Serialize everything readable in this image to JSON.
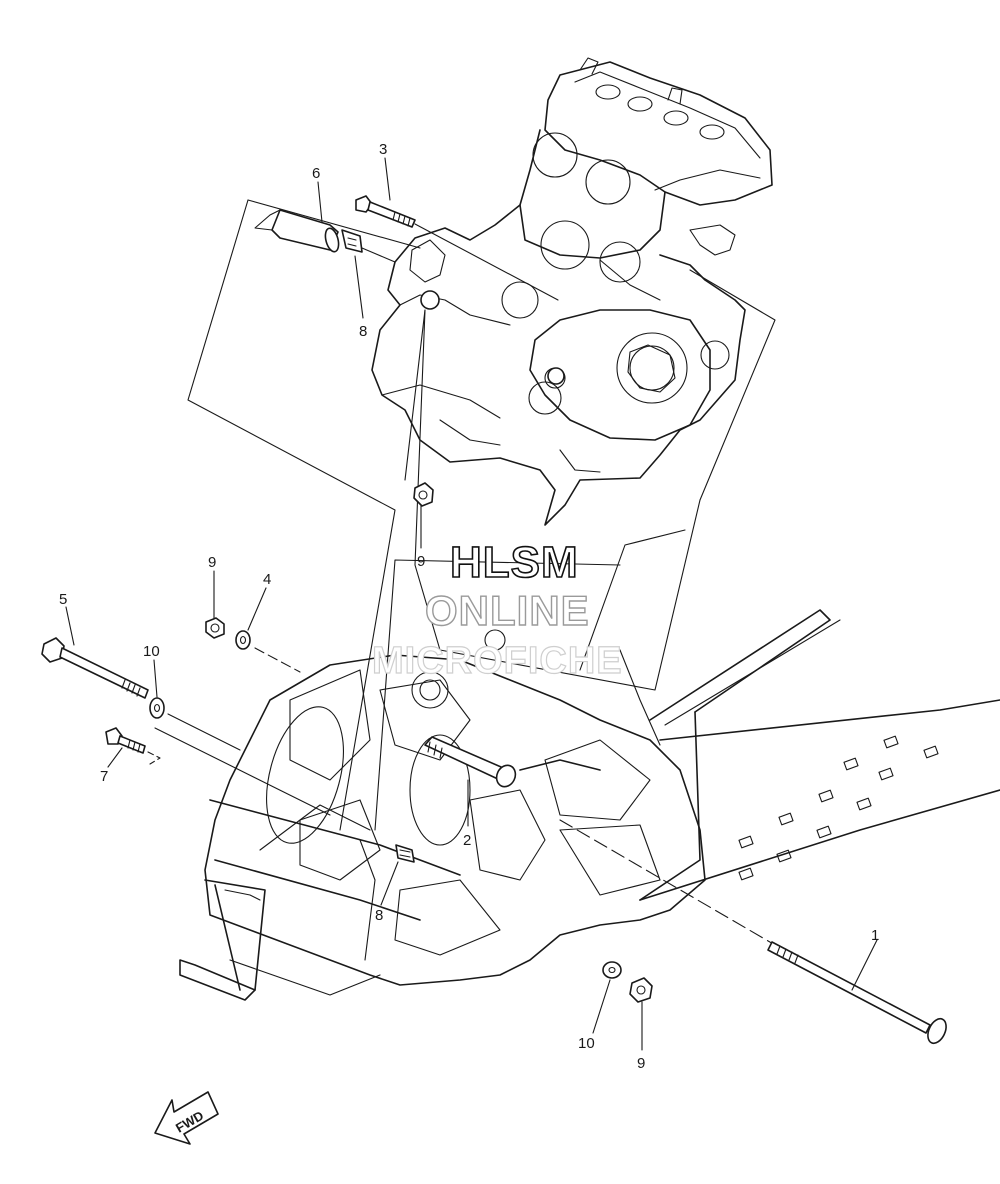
{
  "watermark": {
    "line1": "HLSM",
    "line2": "ONLINE",
    "line3": "MICROFICHE"
  },
  "direction_label": "FWD",
  "callouts": {
    "c1": "1",
    "c2": "2",
    "c3": "3",
    "c4": "4",
    "c5": "5",
    "c6": "6",
    "c7": "7",
    "c8_top": "8",
    "c8_bottom": "8",
    "c9_engine": "9",
    "c9_left": "9",
    "c9_bottom": "9",
    "c10_left": "10",
    "c10_bottom": "10"
  }
}
